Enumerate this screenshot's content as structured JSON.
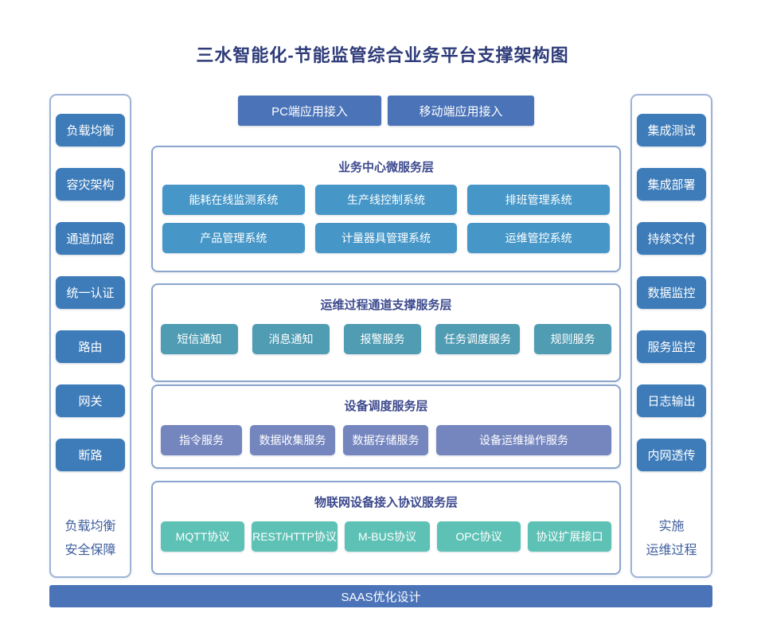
{
  "title": "三水智能化-节能监管综合业务平台支撑架构图",
  "left_panel": {
    "items": [
      "负载均衡",
      "容灾架构",
      "通道加密",
      "统一认证",
      "路由",
      "网关",
      "断路"
    ],
    "footer_line1": "负载均衡",
    "footer_line2": "安全保障"
  },
  "right_panel": {
    "items": [
      "集成测试",
      "集成部署",
      "持续交付",
      "数据监控",
      "服务监控",
      "日志输出",
      "内网透传"
    ],
    "footer_line1": "实施",
    "footer_line2": "运维过程"
  },
  "access_buttons": {
    "pc": "PC端应用接入",
    "mobile": "移动端应用接入"
  },
  "layers": {
    "business": {
      "title": "业务中心微服务层",
      "boxes": [
        "能耗在线监测系统",
        "生产线控制系统",
        "排班管理系统",
        "产品管理系统",
        "计量器具管理系统",
        "运维管控系统"
      ]
    },
    "channel": {
      "title": "运维过程通道支撑服务层",
      "boxes": [
        "短信通知",
        "消息通知",
        "报警服务",
        "任务调度服务",
        "规则服务"
      ]
    },
    "device": {
      "title": "设备调度服务层",
      "boxes": [
        "指令服务",
        "数据收集服务",
        "数据存储服务",
        "设备运维操作服务"
      ]
    },
    "iot": {
      "title": "物联网设备接入协议服务层",
      "boxes": [
        "MQTT协议",
        "REST/HTTP协议",
        "M-BUS协议",
        "OPC协议",
        "协议扩展接口"
      ]
    }
  },
  "bottom_bar": "SAAS优化设计",
  "colors": {
    "title_text": "#2e3b79",
    "layer_title_text": "#3d4a8e",
    "sidebar_box": "#3e7cb9",
    "accent_blue": "#4a73b8",
    "business_box": "#4697c8",
    "channel_box": "#4f9cb3",
    "device_box": "#7586bf",
    "iot_box": "#5ec1b6",
    "panel_border": "#8ba5cc",
    "footer_text": "#3f5e9e"
  }
}
